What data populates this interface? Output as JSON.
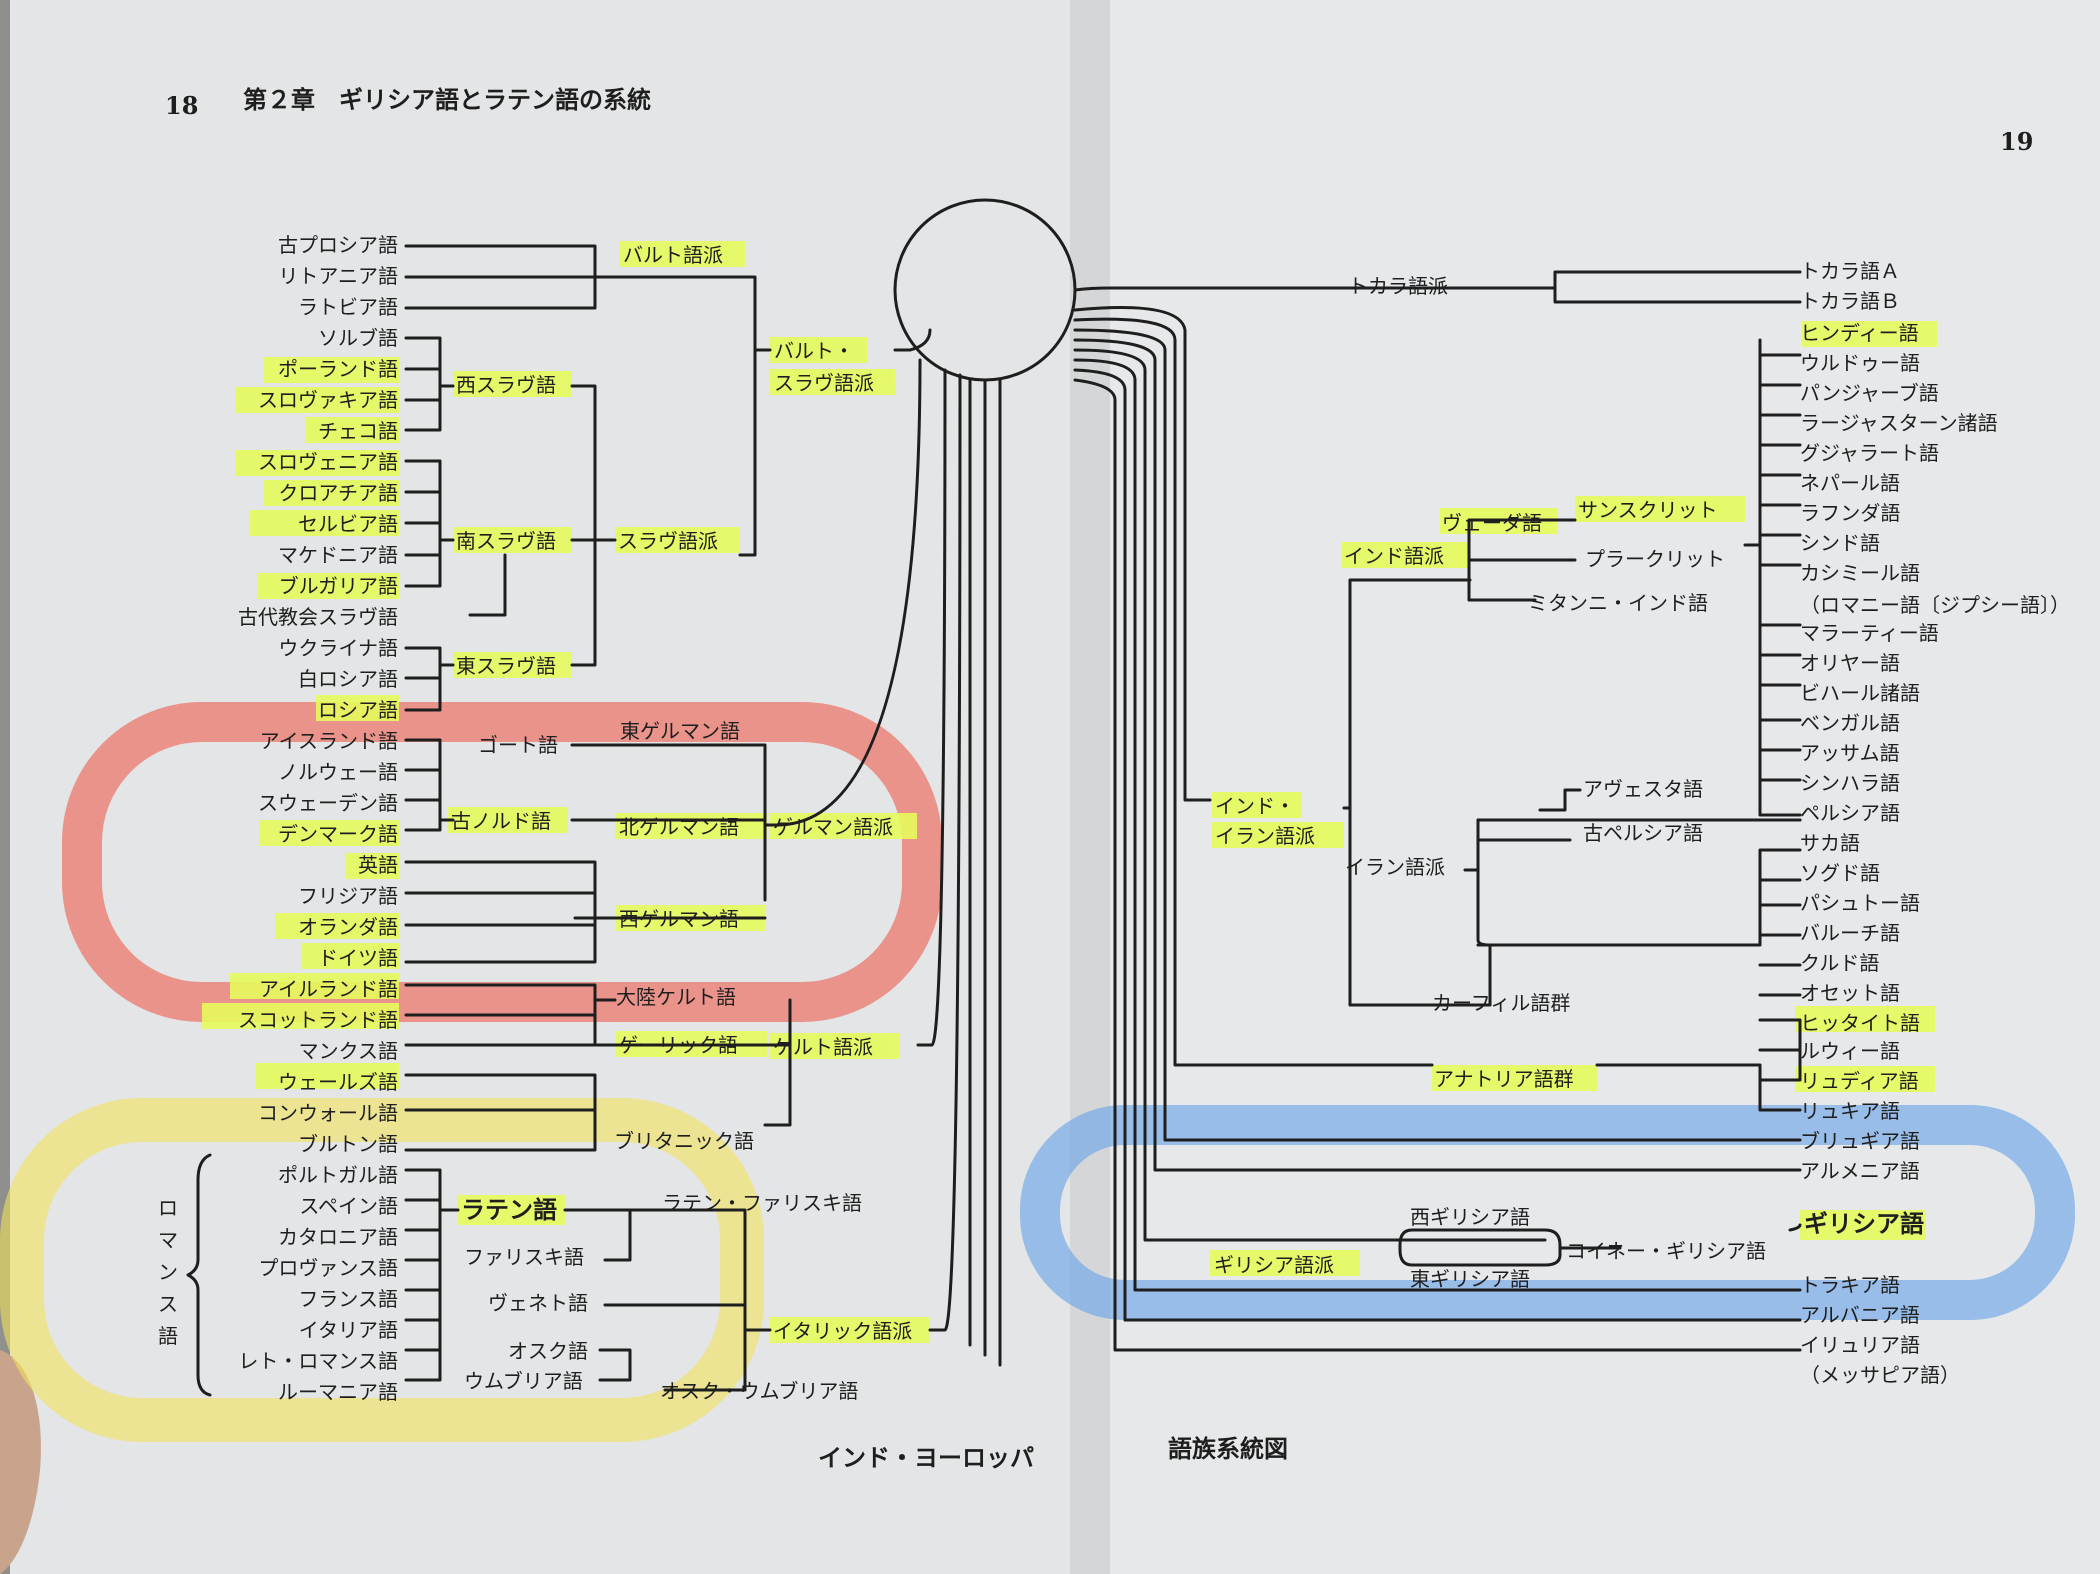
{
  "header": {
    "left_page_number": "18",
    "chapter": "第２章　ギリシア語とラテン語の系統",
    "right_page_number": "19"
  },
  "caption": {
    "left": "インド・ヨーロッパ",
    "right": "語族系統図"
  },
  "colors": {
    "highlight": "#e6fb5c",
    "red_circle": "#ee5b4c",
    "yellow_circle": "#f1e25a",
    "blue_circle": "#6ea6e8"
  },
  "left_nodes": [
    {
      "id": "prussian",
      "text": "古プロシア語",
      "hl": false
    },
    {
      "id": "lithuanian",
      "text": "リトアニア語",
      "hl": false
    },
    {
      "id": "latvian",
      "text": "ラトビア語",
      "hl": false
    },
    {
      "id": "sorbian",
      "text": "ソルブ語",
      "hl": false
    },
    {
      "id": "polish",
      "text": "ポーランド語",
      "hl": true
    },
    {
      "id": "slovak",
      "text": "スロヴァキア語",
      "hl": true
    },
    {
      "id": "czech",
      "text": "チェコ語",
      "hl": true
    },
    {
      "id": "slovene",
      "text": "スロヴェニア語",
      "hl": true
    },
    {
      "id": "croatian",
      "text": "クロアチア語",
      "hl": true
    },
    {
      "id": "serbian",
      "text": "セルビア語",
      "hl": true
    },
    {
      "id": "macedonian",
      "text": "マケドニア語",
      "hl": false
    },
    {
      "id": "bulgarian",
      "text": "ブルガリア語",
      "hl": true
    },
    {
      "id": "church-slavonic",
      "text": "古代教会スラヴ語",
      "hl": false
    },
    {
      "id": "ukrainian",
      "text": "ウクライナ語",
      "hl": false
    },
    {
      "id": "belarusian",
      "text": "白ロシア語",
      "hl": false
    },
    {
      "id": "russian",
      "text": "ロシア語",
      "hl": true
    },
    {
      "id": "icelandic",
      "text": "アイスランド語",
      "hl": false
    },
    {
      "id": "norwegian",
      "text": "ノルウェー語",
      "hl": false
    },
    {
      "id": "swedish",
      "text": "スウェーデン語",
      "hl": false
    },
    {
      "id": "danish",
      "text": "デンマーク語",
      "hl": true
    },
    {
      "id": "english",
      "text": "英語",
      "hl": true
    },
    {
      "id": "frisian",
      "text": "フリジア語",
      "hl": false
    },
    {
      "id": "dutch",
      "text": "オランダ語",
      "hl": true
    },
    {
      "id": "german",
      "text": "ドイツ語",
      "hl": true
    },
    {
      "id": "irish",
      "text": "アイルランド語",
      "hl": true
    },
    {
      "id": "scottish",
      "text": "スコットランド語",
      "hl": true
    },
    {
      "id": "manx",
      "text": "マンクス語",
      "hl": false
    },
    {
      "id": "welsh",
      "text": "ウェールズ語",
      "hl": true
    },
    {
      "id": "cornish",
      "text": "コンウォール語",
      "hl": false
    },
    {
      "id": "breton",
      "text": "ブルトン語",
      "hl": false
    },
    {
      "id": "portuguese",
      "text": "ポルトガル語",
      "hl": false
    },
    {
      "id": "spanish",
      "text": "スペイン語",
      "hl": false
    },
    {
      "id": "catalan",
      "text": "カタロニア語",
      "hl": false
    },
    {
      "id": "provencal",
      "text": "プロヴァンス語",
      "hl": false
    },
    {
      "id": "french",
      "text": "フランス語",
      "hl": false
    },
    {
      "id": "italian",
      "text": "イタリア語",
      "hl": false
    },
    {
      "id": "rhaeto",
      "text": "レト・ロマンス語",
      "hl": false
    },
    {
      "id": "romanian",
      "text": "ルーマニア語",
      "hl": false
    }
  ],
  "left_groups": [
    {
      "id": "baltic",
      "text": "バルト語派",
      "hl": true
    },
    {
      "id": "balto-slavic-1",
      "text": "バルト・",
      "hl": true
    },
    {
      "id": "balto-slavic-2",
      "text": "スラヴ語派",
      "hl": true
    },
    {
      "id": "west-slavic",
      "text": "西スラヴ語",
      "hl": true
    },
    {
      "id": "south-slavic",
      "text": "南スラヴ語",
      "hl": true
    },
    {
      "id": "slavic",
      "text": "スラヴ語派",
      "hl": true
    },
    {
      "id": "east-slavic",
      "text": "東スラヴ語",
      "hl": true
    },
    {
      "id": "gothic",
      "text": "ゴート語",
      "hl": false
    },
    {
      "id": "east-germanic",
      "text": "東ゲルマン語",
      "hl": false
    },
    {
      "id": "old-norse",
      "text": "古ノルド語",
      "hl": true
    },
    {
      "id": "north-germanic",
      "text": "北ゲルマン語",
      "hl": true
    },
    {
      "id": "germanic",
      "text": "ゲルマン語派",
      "hl": true
    },
    {
      "id": "west-germanic",
      "text": "西ゲルマン語",
      "hl": true
    },
    {
      "id": "continental-celtic",
      "text": "大陸ケルト語",
      "hl": false
    },
    {
      "id": "gaelic",
      "text": "ゲーリック語",
      "hl": true
    },
    {
      "id": "celtic",
      "text": "ケルト語派",
      "hl": true
    },
    {
      "id": "brittonic",
      "text": "ブリタニック語",
      "hl": false
    },
    {
      "id": "latin",
      "text": "ラテン語",
      "hl": true
    },
    {
      "id": "latino-faliscan",
      "text": "ラテン・ファリスキ語",
      "hl": false
    },
    {
      "id": "faliscan",
      "text": "ファリスキ語",
      "hl": false
    },
    {
      "id": "venetic",
      "text": "ヴェネト語",
      "hl": false
    },
    {
      "id": "italic",
      "text": "イタリック語派",
      "hl": true
    },
    {
      "id": "oscan",
      "text": "オスク語",
      "hl": false
    },
    {
      "id": "umbrian",
      "text": "ウムブリア語",
      "hl": false
    },
    {
      "id": "osco-umbrian",
      "text": "オスク・ウムブリア語",
      "hl": false
    }
  ],
  "romance_label": [
    "ロ",
    "マ",
    "ン",
    "ス",
    "語"
  ],
  "right_nodes": [
    {
      "id": "tocharian-a",
      "text": "トカラ語Ａ",
      "hl": false
    },
    {
      "id": "tocharian-b",
      "text": "トカラ語Ｂ",
      "hl": false
    },
    {
      "id": "hindi",
      "text": "ヒンディー語",
      "hl": true
    },
    {
      "id": "urdu",
      "text": "ウルドゥー語",
      "hl": false
    },
    {
      "id": "punjabi",
      "text": "パンジャーブ語",
      "hl": false
    },
    {
      "id": "rajasthani",
      "text": "ラージャスターン諸語",
      "hl": false
    },
    {
      "id": "gujarati",
      "text": "グジャラート語",
      "hl": false
    },
    {
      "id": "nepali",
      "text": "ネパール語",
      "hl": false
    },
    {
      "id": "lahnda",
      "text": "ラフンダ語",
      "hl": false
    },
    {
      "id": "sindhi",
      "text": "シンド語",
      "hl": false
    },
    {
      "id": "kashmiri",
      "text": "カシミール語",
      "hl": false
    },
    {
      "id": "romani",
      "text": "（ロマニー語〔ジプシー語〕）",
      "hl": false
    },
    {
      "id": "marathi",
      "text": "マラーティー語",
      "hl": false
    },
    {
      "id": "oriya",
      "text": "オリヤー語",
      "hl": false
    },
    {
      "id": "bihari",
      "text": "ビハール諸語",
      "hl": false
    },
    {
      "id": "bengali",
      "text": "ベンガル語",
      "hl": false
    },
    {
      "id": "assamese",
      "text": "アッサム語",
      "hl": false
    },
    {
      "id": "sinhala",
      "text": "シンハラ語",
      "hl": false
    },
    {
      "id": "persian",
      "text": "ペルシア語",
      "hl": false
    },
    {
      "id": "saka",
      "text": "サカ語",
      "hl": false
    },
    {
      "id": "sogdian",
      "text": "ソグド語",
      "hl": false
    },
    {
      "id": "pashto",
      "text": "パシュトー語",
      "hl": false
    },
    {
      "id": "baluchi",
      "text": "バルーチ語",
      "hl": false
    },
    {
      "id": "kurdish",
      "text": "クルド語",
      "hl": false
    },
    {
      "id": "ossetian",
      "text": "オセット語",
      "hl": false
    },
    {
      "id": "hittite",
      "text": "ヒッタイト語",
      "hl": true
    },
    {
      "id": "luwian",
      "text": "ルウィー語",
      "hl": false
    },
    {
      "id": "lydian",
      "text": "リュディア語",
      "hl": true
    },
    {
      "id": "lycian",
      "text": "リュキア語",
      "hl": false
    },
    {
      "id": "phrygian",
      "text": "ブリュギア語",
      "hl": false
    },
    {
      "id": "armenian",
      "text": "アルメニア語",
      "hl": false
    },
    {
      "id": "greek",
      "text": "ギリシア語",
      "hl": true
    },
    {
      "id": "thracian",
      "text": "トラキア語",
      "hl": false
    },
    {
      "id": "albanian",
      "text": "アルバニア語",
      "hl": false
    },
    {
      "id": "illyrian",
      "text": "イリュリア語",
      "hl": false
    },
    {
      "id": "messapian",
      "text": "（メッサピア語）",
      "hl": false
    }
  ],
  "right_groups": [
    {
      "id": "tocharian",
      "text": "トカラ語派",
      "hl": false
    },
    {
      "id": "vedic",
      "text": "ヴェーダ語",
      "hl": true
    },
    {
      "id": "sanskrit",
      "text": "サンスクリット",
      "hl": true
    },
    {
      "id": "prakrit",
      "text": "プラークリット",
      "hl": false
    },
    {
      "id": "indic",
      "text": "インド語派",
      "hl": true
    },
    {
      "id": "mitanni",
      "text": "ミタンニ・インド語",
      "hl": false
    },
    {
      "id": "avestan",
      "text": "アヴェスタ語",
      "hl": false
    },
    {
      "id": "old-persian",
      "text": "古ペルシア語",
      "hl": false
    },
    {
      "id": "indo-iranian-1",
      "text": "インド・",
      "hl": true
    },
    {
      "id": "indo-iranian-2",
      "text": "イラン語派",
      "hl": true
    },
    {
      "id": "iranian",
      "text": "イラン語派",
      "hl": false
    },
    {
      "id": "kafiri",
      "text": "カーフィル語群",
      "hl": false
    },
    {
      "id": "anatolian",
      "text": "アナトリア語群",
      "hl": true
    },
    {
      "id": "west-greek",
      "text": "西ギリシア語",
      "hl": false
    },
    {
      "id": "east-greek",
      "text": "東ギリシア語",
      "hl": false
    },
    {
      "id": "hellenic",
      "text": "ギリシア語派",
      "hl": true
    },
    {
      "id": "koine",
      "text": "コイネー・ギリシア語",
      "hl": false
    }
  ]
}
